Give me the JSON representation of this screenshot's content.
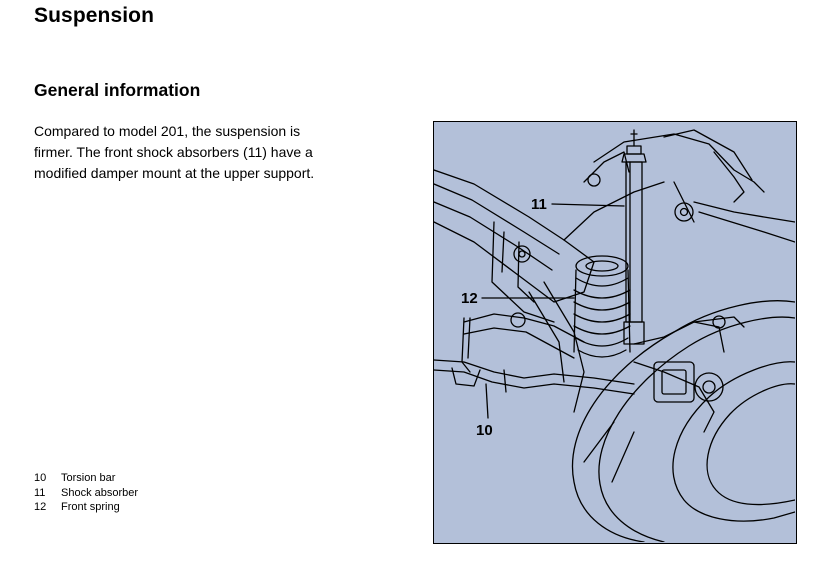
{
  "page": {
    "title": "Suspension"
  },
  "section": {
    "heading": "General information",
    "paragraph_lines": [
      "Compared to model 201, the suspension is",
      "firmer.  The front shock absorbers (11) have a",
      "modified damper mount at the upper support."
    ]
  },
  "legend": [
    {
      "number": "10",
      "label": "Torsion bar"
    },
    {
      "number": "11",
      "label": "Shock absorber"
    },
    {
      "number": "12",
      "label": "Front spring"
    }
  ],
  "figure": {
    "background_color": "#b3c0d9",
    "line_color": "#000000",
    "callouts": {
      "torsion_bar": "10",
      "shock_absorber": "11",
      "front_spring": "12"
    }
  }
}
